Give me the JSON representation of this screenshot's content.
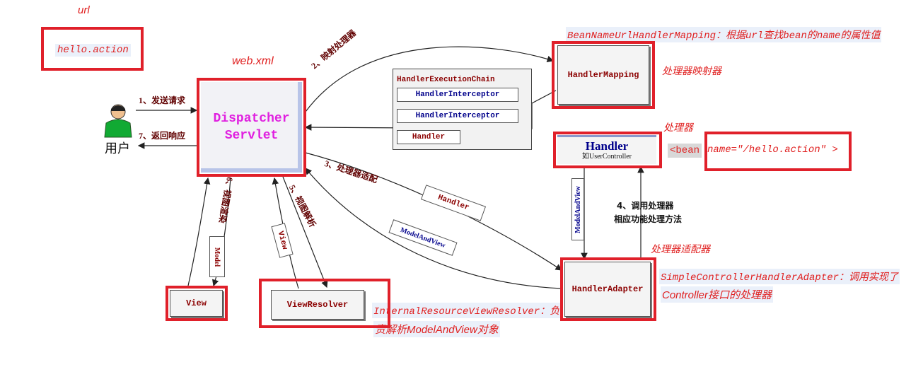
{
  "annotations": {
    "url_label": "url",
    "url_value": "hello.action",
    "webxml": "web.xml",
    "handler_mapping_desc": "BeanNameUrlHandlerMapping：根据url查找bean的name的属性值",
    "handler_mapping_cn": "处理器映射器",
    "handler_cn": "处理器",
    "bean_snippet_prefix": "<bean",
    "bean_snippet_rest": "name=\"/hello.action\" >",
    "adapter_cn": "处理器适配器",
    "adapter_desc_line1": "SimpleControllerHandlerAdapter：调用实现了",
    "adapter_desc_line2": "Controller接口的处理器",
    "viewresolver_desc_line1": "InternalResourceViewResolver：负",
    "viewresolver_desc_line2": "责解析ModelAndView对象"
  },
  "nodes": {
    "user_label": "用户",
    "dispatcher_line1": "Dispatcher",
    "dispatcher_line2": "Servlet",
    "handler_mapping": "HandlerMapping",
    "chain_title": "HandlerExecutionChain",
    "interceptor1": "HandlerInterceptor",
    "interceptor2": "HandlerInterceptor",
    "chain_handler": "Handler",
    "handler_title": "Handler",
    "handler_sub": "如UserController",
    "handler_adapter": "HandlerAdapter",
    "view_resolver": "ViewResolver",
    "view": "View"
  },
  "steps": {
    "s1": "1、发送请求",
    "s2": "2、映射处理器",
    "s3": "3、处理器适配",
    "s4_line1": "4、调用处理器",
    "s4_line2": "相应功能处理方法",
    "s5": "5、视图解析",
    "s6": "6、视图渲染",
    "s7": "7、返回响应"
  },
  "edge_labels": {
    "handler": "Handler",
    "model_and_view": "ModelAndView",
    "model_and_view_vertical": "ModelAndView",
    "view": "View",
    "model": "Model"
  },
  "colors": {
    "highlight_red": "#e0202a",
    "node_text": "#8b0000",
    "interceptor_text": "#00008b",
    "dispatcher_text": "#e020e0"
  }
}
